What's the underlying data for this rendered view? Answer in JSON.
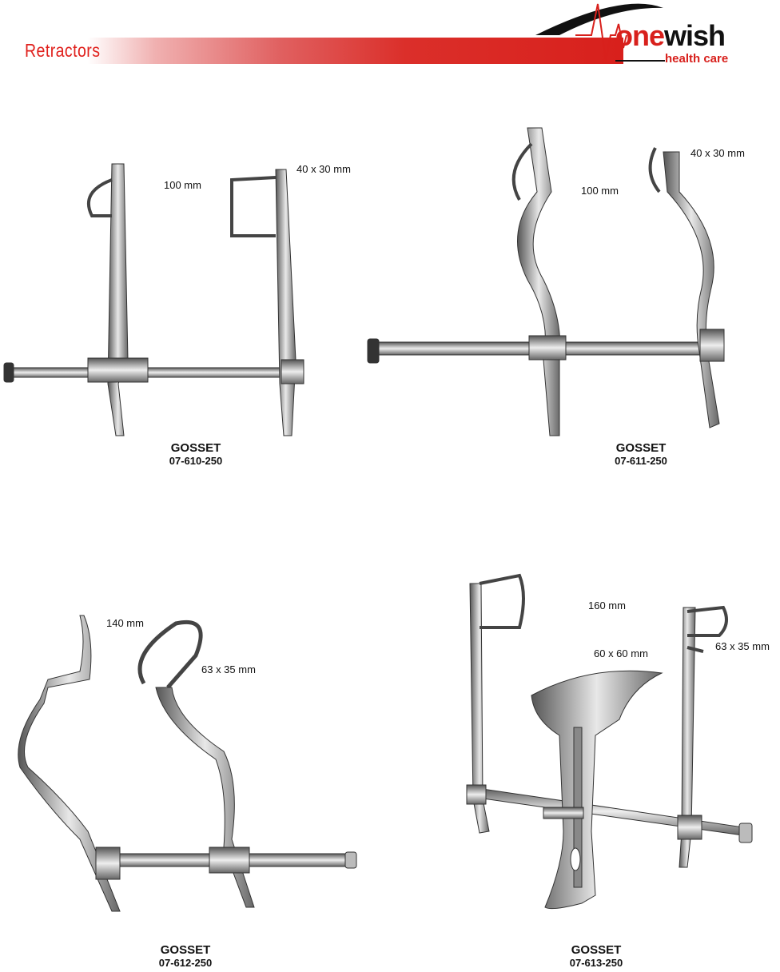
{
  "header": {
    "title": "Retractors",
    "logo": {
      "brand_red": "one",
      "brand_black": "wish",
      "tagline": "health care"
    },
    "accent": "#d8201c"
  },
  "products": [
    {
      "name": "GOSSET",
      "code": "07-610-250",
      "dims": [
        "100 mm",
        "40 x 30 mm"
      ]
    },
    {
      "name": "GOSSET",
      "code": "07-611-250",
      "dims": [
        "100 mm",
        "40 x 30 mm"
      ]
    },
    {
      "name": "GOSSET",
      "code": "07-612-250",
      "dims": [
        "140 mm",
        "63 x 35 mm"
      ]
    },
    {
      "name": "GOSSET",
      "code": "07-613-250",
      "dims": [
        "160 mm",
        "63 x 35 mm",
        "60 x 60 mm"
      ]
    }
  ]
}
